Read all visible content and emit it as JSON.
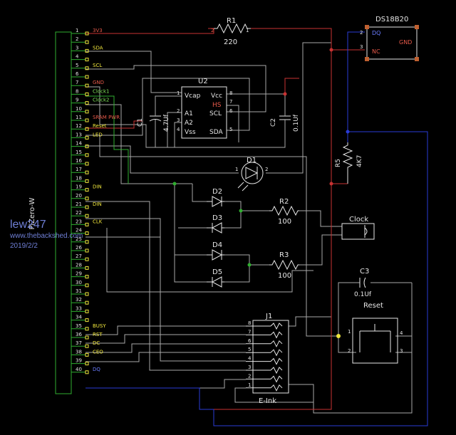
{
  "header": {
    "pi_label": "PiZero-W"
  },
  "watermark": {
    "author": "lew247",
    "site": "www.thebackshed.com",
    "date": "2019/2/2"
  },
  "pins": [
    {
      "num": "1",
      "sig": "3V3"
    },
    {
      "num": "2",
      "sig": ""
    },
    {
      "num": "3",
      "sig": "SDA"
    },
    {
      "num": "4",
      "sig": ""
    },
    {
      "num": "5",
      "sig": "SCL"
    },
    {
      "num": "6",
      "sig": ""
    },
    {
      "num": "7",
      "sig": "GND"
    },
    {
      "num": "8",
      "sig": "Clock1"
    },
    {
      "num": "9",
      "sig": "Clock2"
    },
    {
      "num": "10",
      "sig": ""
    },
    {
      "num": "11",
      "sig": "SRAM PWR"
    },
    {
      "num": "12",
      "sig": "Reset"
    },
    {
      "num": "13",
      "sig": "LED"
    },
    {
      "num": "14",
      "sig": ""
    },
    {
      "num": "15",
      "sig": ""
    },
    {
      "num": "16",
      "sig": ""
    },
    {
      "num": "17",
      "sig": ""
    },
    {
      "num": "18",
      "sig": ""
    },
    {
      "num": "19",
      "sig": "DIN"
    },
    {
      "num": "20",
      "sig": ""
    },
    {
      "num": "21",
      "sig": "DIN"
    },
    {
      "num": "22",
      "sig": ""
    },
    {
      "num": "23",
      "sig": "CLK"
    },
    {
      "num": "24",
      "sig": ""
    },
    {
      "num": "25",
      "sig": ""
    },
    {
      "num": "26",
      "sig": ""
    },
    {
      "num": "27",
      "sig": ""
    },
    {
      "num": "28",
      "sig": ""
    },
    {
      "num": "29",
      "sig": ""
    },
    {
      "num": "30",
      "sig": ""
    },
    {
      "num": "31",
      "sig": ""
    },
    {
      "num": "32",
      "sig": ""
    },
    {
      "num": "33",
      "sig": ""
    },
    {
      "num": "34",
      "sig": ""
    },
    {
      "num": "35",
      "sig": "BUSY"
    },
    {
      "num": "36",
      "sig": "RST"
    },
    {
      "num": "37",
      "sig": "DC"
    },
    {
      "num": "38",
      "sig": "CEO"
    },
    {
      "num": "39",
      "sig": ""
    },
    {
      "num": "40",
      "sig": "DQ"
    }
  ],
  "parts": {
    "ds18b20": {
      "name": "DS18B20",
      "dq": "DQ",
      "nc": "NC",
      "gnd": "GND",
      "pin2": "2",
      "pin3": "3"
    },
    "r1": {
      "ref": "R1",
      "value": "220",
      "p1": "1",
      "p2": "2"
    },
    "u2": {
      "ref": "U2",
      "vcap": "Vcap",
      "a1": "A1",
      "a2": "A2",
      "vss": "Vss",
      "vcc": "Vcc",
      "hs": "HS",
      "scl": "SCL",
      "sda": "SDA",
      "p1": "1",
      "p2": "2",
      "p3": "3",
      "p4": "4",
      "p5": "5",
      "p6": "6",
      "p7": "7",
      "p8": "8"
    },
    "c1": {
      "ref": "C1",
      "value": "4.7Uf"
    },
    "c2": {
      "ref": "C2",
      "value": "0.1Uf"
    },
    "r5": {
      "ref": "R5",
      "value": "4K7"
    },
    "d1": {
      "ref": "D1",
      "p1": "1",
      "p2": "2"
    },
    "d2": {
      "ref": "D2"
    },
    "d3": {
      "ref": "D3"
    },
    "d4": {
      "ref": "D4"
    },
    "d5": {
      "ref": "D5"
    },
    "r2": {
      "ref": "R2",
      "value": "100"
    },
    "r3": {
      "ref": "R3",
      "value": "100"
    },
    "clock": {
      "label": "Clock"
    },
    "c3": {
      "ref": "C3",
      "value": "0.1Uf"
    },
    "reset": {
      "label": "Reset",
      "p1": "1",
      "p2": "2",
      "p3": "3",
      "p4": "4"
    },
    "j1": {
      "ref": "J1",
      "label": "E-Ink",
      "pins": [
        "8",
        "7",
        "6",
        "5",
        "4",
        "3",
        "2",
        "1"
      ]
    }
  },
  "colors": {
    "wire_gray": "#a9a9a9",
    "wire_red": "#c83232",
    "wire_blue": "#2a3bd6",
    "wire_green": "#2fae2f",
    "part_white": "#e6e6e6",
    "label_yellow": "#f0e63c",
    "label_red": "#e85a4a",
    "label_green": "#7fe35a",
    "label_blue": "#6a7cff",
    "watermark": "#6f7fd6"
  }
}
